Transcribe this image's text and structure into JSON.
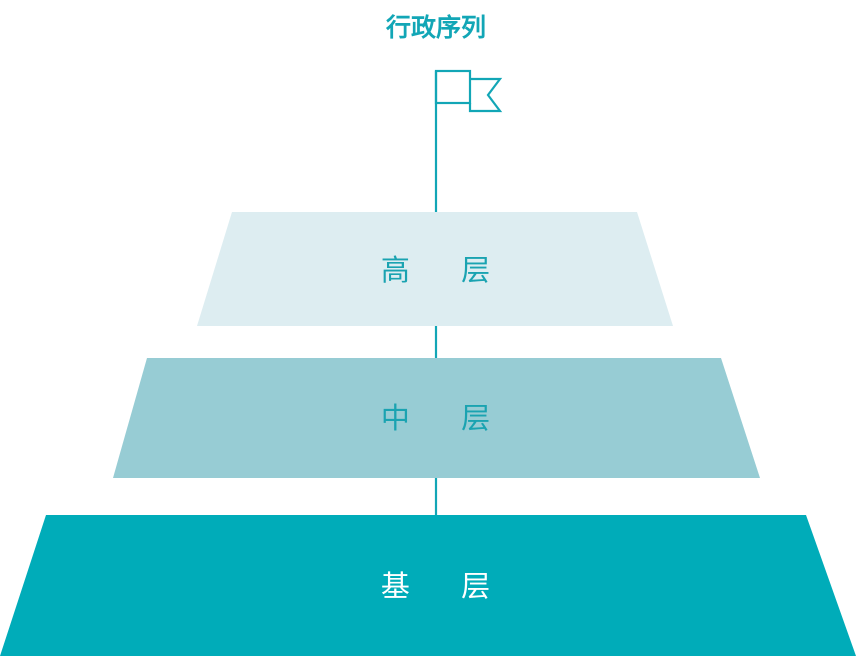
{
  "title": "行政序列",
  "tiers": [
    {
      "label": "高 层"
    },
    {
      "label": "中 层"
    },
    {
      "label": "基 层"
    }
  ],
  "colors": {
    "accent": "#12a6b6",
    "tier_top_fill": "#ddedf1",
    "tier_middle_fill": "#97ccd4",
    "tier_bottom_fill": "#00acb9",
    "tier_top_text": "#1aa3b1",
    "tier_middle_text": "#1aa3b1",
    "tier_bottom_text": "#ffffff"
  },
  "icons": {
    "flag": "flag-icon"
  }
}
